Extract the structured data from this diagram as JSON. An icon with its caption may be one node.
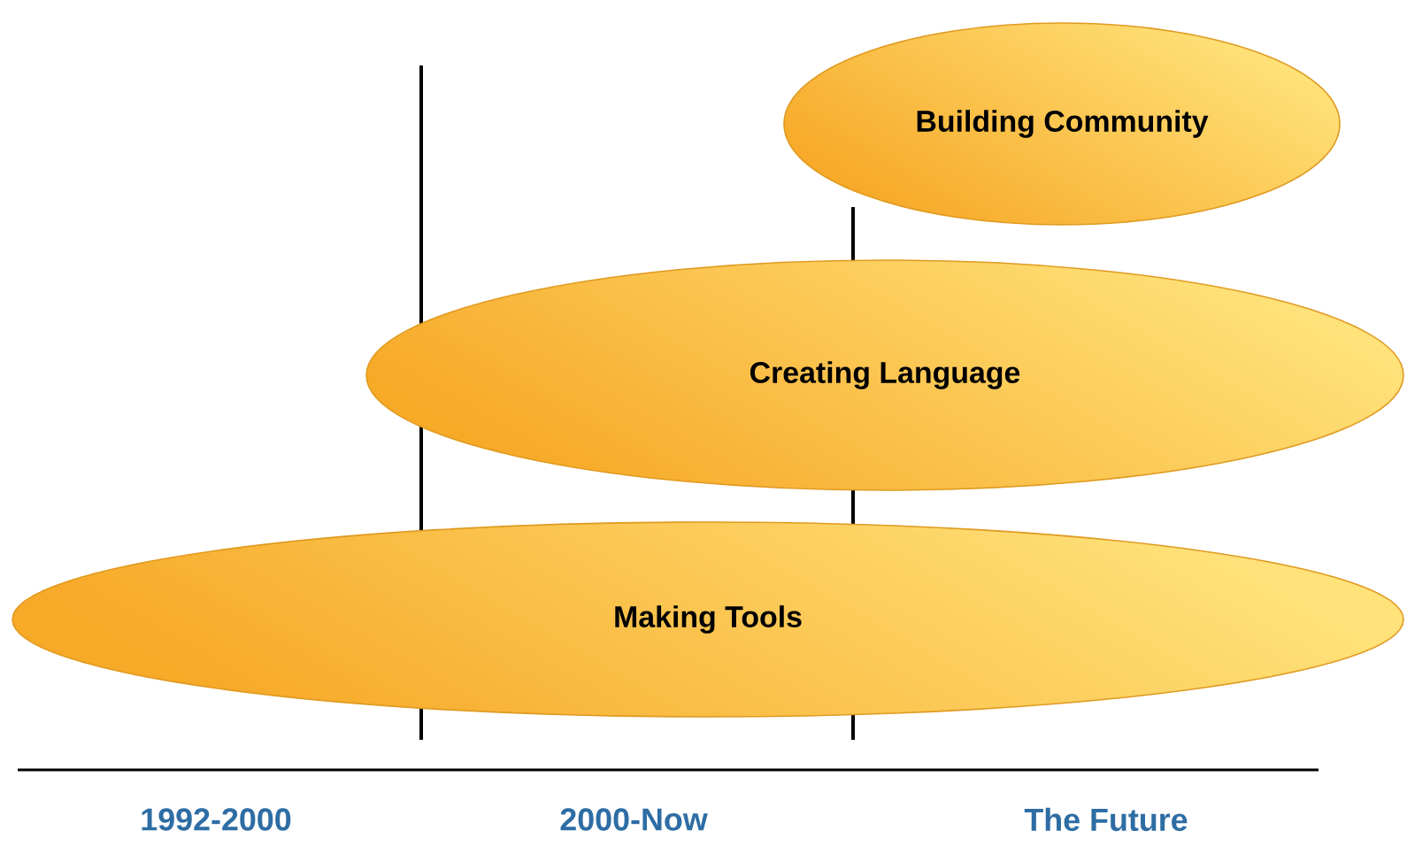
{
  "diagram": {
    "nodes": [
      {
        "text": [
          "Building Community"
        ]
      },
      {
        "text": [
          "Creating Language"
        ]
      },
      {
        "text": [
          "Making Tools"
        ]
      }
    ],
    "labels": [
      "1992-2000",
      "2000-Now",
      "The Future"
    ]
  }
}
